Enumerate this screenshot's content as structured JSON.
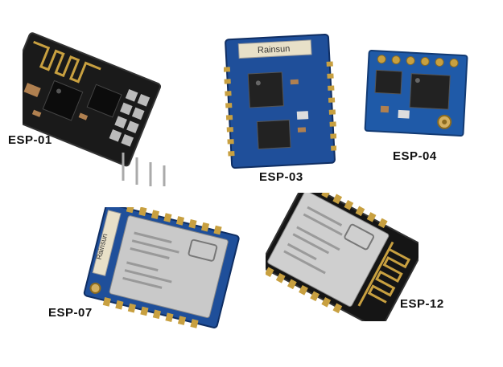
{
  "modules": [
    {
      "label": "ESP-01"
    },
    {
      "label": "ESP-03",
      "antenna_text": "Rainsun"
    },
    {
      "label": "ESP-04"
    },
    {
      "label": "ESP-07",
      "antenna_text": "Rainsun"
    },
    {
      "label": "ESP-12"
    }
  ],
  "colors": {
    "esp01_board": "#1a1a1a",
    "blue_board": "#1f4f9a",
    "gold": "#c8a040",
    "shield": "#c9c9c9"
  }
}
